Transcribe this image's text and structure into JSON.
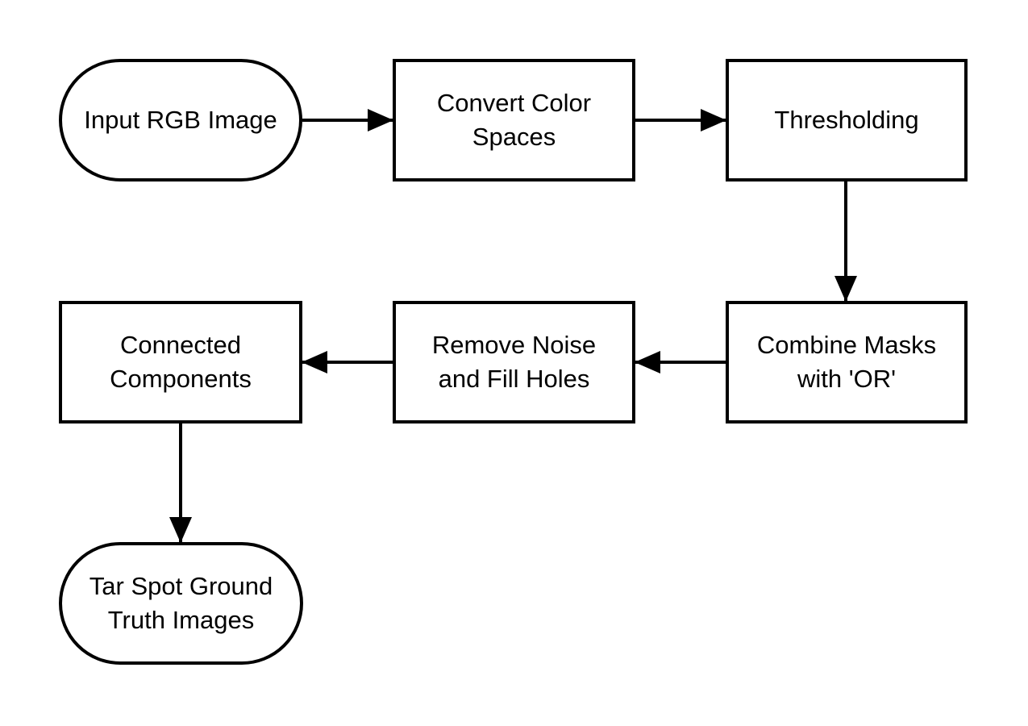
{
  "diagram": {
    "type": "flowchart",
    "background_color": "#ffffff",
    "node_fill_color": "#ffffff",
    "node_stroke_color": "#000000",
    "text_color": "#000000",
    "arrow_color": "#000000",
    "nodes": {
      "input": {
        "label": "Input RGB Image",
        "shape": "stadium"
      },
      "convert": {
        "label": "Convert Color\nSpaces",
        "shape": "rectangle"
      },
      "threshold": {
        "label": "Thresholding",
        "shape": "rectangle"
      },
      "combine": {
        "label": "Combine Masks\nwith 'OR'",
        "shape": "rectangle"
      },
      "remove": {
        "label": "Remove Noise\nand Fill Holes",
        "shape": "rectangle"
      },
      "connected": {
        "label": "Connected\nComponents",
        "shape": "rectangle"
      },
      "output": {
        "label": "Tar Spot Ground\nTruth Images",
        "shape": "stadium"
      }
    },
    "edges": [
      {
        "from": "Input RGB Image",
        "to": "Convert Color Spaces",
        "direction": "right"
      },
      {
        "from": "Convert Color Spaces",
        "to": "Thresholding",
        "direction": "right"
      },
      {
        "from": "Thresholding",
        "to": "Combine Masks with 'OR'",
        "direction": "down"
      },
      {
        "from": "Combine Masks with 'OR'",
        "to": "Remove Noise and Fill Holes",
        "direction": "left"
      },
      {
        "from": "Remove Noise and Fill Holes",
        "to": "Connected Components",
        "direction": "left"
      },
      {
        "from": "Connected Components",
        "to": "Tar Spot Ground Truth Images",
        "direction": "down"
      }
    ]
  }
}
